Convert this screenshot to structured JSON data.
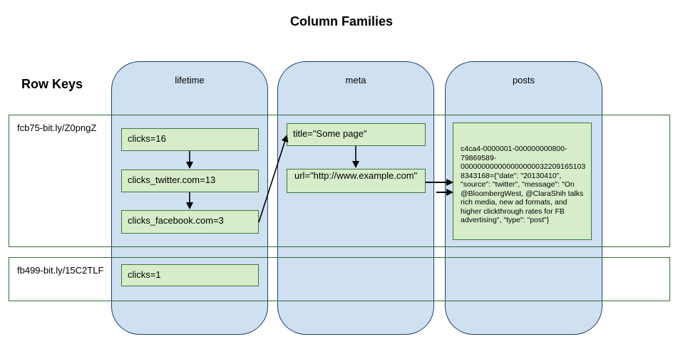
{
  "title": "Column Families",
  "row_keys_heading": "Row Keys",
  "families": {
    "lifetime": "lifetime",
    "meta": "meta",
    "posts": "posts"
  },
  "rows": [
    {
      "key": "fcb75-bit.ly/Z0pngZ"
    },
    {
      "key": "fb499-bit.ly/15C2TLF"
    }
  ],
  "cells": {
    "clicks_row1": "clicks=16",
    "clicks_twitter": "clicks_twitter.com=13",
    "clicks_facebook": "clicks_facebook.com=3",
    "title": "title=\"Some page\"",
    "url": "url=\"http://www.example.com\"",
    "post": "c4ca4-0000001-000000000800-79869589-000000000000000000032209165103 8343168={\"date\": \"20130410\", \"source\": \"twitter\", \"message\": \"On @BloombergWest, @ClaraShih talks rich media, new ad formats, and higher clickthrough rates for FB advertising\", \"type\": \"post\"}",
    "clicks_row2": "clicks=1"
  },
  "colors": {
    "family_fill": "#cfe0f1",
    "family_border": "#1f3f6a",
    "cell_fill": "#d7ecc9",
    "cell_border": "#3a7a3a",
    "row_border": "#2f6e2f"
  }
}
